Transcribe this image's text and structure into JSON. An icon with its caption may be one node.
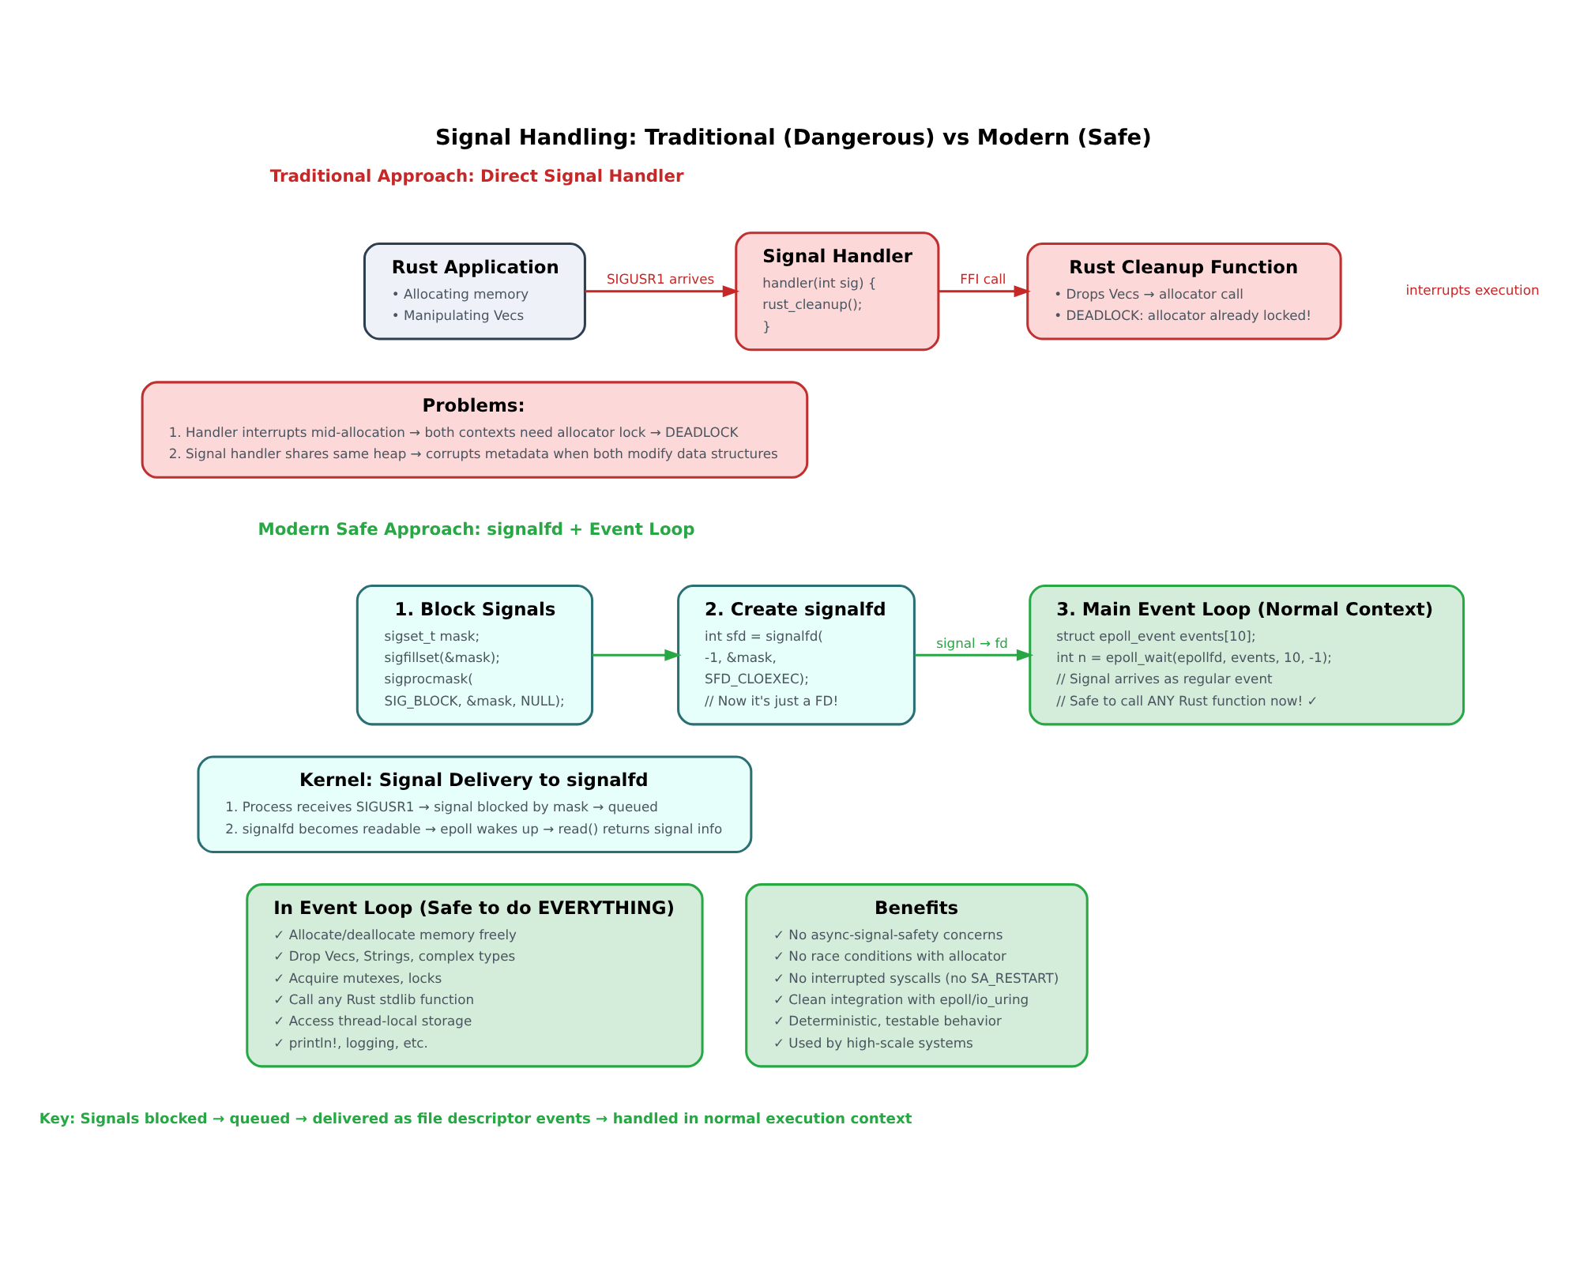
{
  "diagram": {
    "title": "Signal Handling: Traditional (Dangerous) vs Modern (Safe)",
    "caption": "Key: Signals blocked → queued → delivered as file descriptor events → handled in normal execution context",
    "nodes": [
      {
        "text": [
          "Rust Application",
          "• Allocating memory",
          "• Manipulating Vecs"
        ]
      },
      {
        "text": [
          "Signal Handler",
          "handler(int sig) {",
          "rust_cleanup();",
          "}"
        ]
      },
      {
        "text": [
          "Rust Cleanup Function",
          "• Drops Vecs → allocator call",
          "• DEADLOCK: allocator already locked!"
        ]
      },
      {
        "text": [
          "Problems:",
          "1. Handler interrupts mid-allocation → both contexts need allocator lock → DEADLOCK",
          "2. Signal handler shares same heap → corrupts metadata when both modify data structures"
        ]
      },
      {
        "text": [
          "1. Block Signals",
          "sigset_t mask;",
          "sigfillset(&mask);",
          "sigprocmask(",
          "SIG_BLOCK, &mask, NULL);"
        ]
      },
      {
        "text": [
          "2. Create signalfd",
          "int sfd = signalfd(",
          "-1, &mask,",
          "SFD_CLOEXEC);",
          "// Now it's just a FD!"
        ]
      },
      {
        "text": [
          "3. Main Event Loop (Normal Context)",
          "struct epoll_event events[10];",
          "int n = epoll_wait(epollfd, events, 10, -1);",
          "// Signal arrives as regular event",
          "// Safe to call ANY Rust function now! ✓"
        ]
      },
      {
        "text": [
          "Kernel: Signal Delivery to signalfd",
          "1. Process receives SIGUSR1 → signal blocked by mask → queued",
          "2. signalfd becomes readable → epoll wakes up → read() returns signal info"
        ]
      },
      {
        "text": [
          "In Event Loop (Safe to do EVERYTHING)",
          "✓ Allocate/deallocate memory freely",
          "✓ Drop Vecs, Strings, complex types",
          "✓ Acquire mutexes, locks",
          "✓ Call any Rust stdlib function",
          "✓ Access thread-local storage",
          "✓ println!, logging, etc."
        ]
      },
      {
        "text": [
          "Benefits",
          "✓ No async-signal-safety concerns",
          "✓ No race conditions with allocator",
          "✓ No interrupted syscalls (no SA_RESTART)",
          "✓ Clean integration with epoll/io_uring",
          "✓ Deterministic, testable behavior",
          "✓ Used by high-scale systems"
        ]
      }
    ],
    "edges": [
      {
        "from": 0,
        "to": 1,
        "arrow": "to",
        "label": "SIGUSR1 arrives",
        "color": "#c62828"
      },
      {
        "from": 1,
        "to": 2,
        "arrow": "to",
        "label": "FFI call",
        "color": "#c62828"
      },
      {
        "from": 4,
        "to": 5,
        "arrow": "to",
        "color": "#28a745"
      },
      {
        "from": 5,
        "to": 6,
        "arrow": "to",
        "label": "signal → fd",
        "color": "#28a745"
      }
    ],
    "labels": [
      "Traditional Approach: Direct Signal Handler",
      "interrupts execution",
      "Modern Safe Approach: signalfd + Event Loop"
    ]
  }
}
